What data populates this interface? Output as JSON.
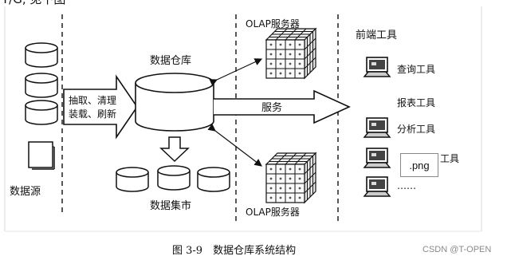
{
  "header_fragment": "T/G, 见下图",
  "labels": {
    "data_source": "数据源",
    "extract_line1": "抽取、清理",
    "extract_line2": "装载、刷新",
    "data_warehouse": "数据仓库",
    "service": "服务",
    "data_mart": "数据集市",
    "olap_top": "OLAP服务器",
    "olap_bottom": "OLAP服务器",
    "front_end_tools": "前端工具",
    "query_tool": "查询工具",
    "report_tool": "报表工具",
    "analysis_tool": "分析工具",
    "mining_tool": "工具",
    "ellipsis": "……"
  },
  "caption": "图 3-9　数据仓库系统结构",
  "watermark": "CSDN @T-OPEN",
  "overlay_tag": ".png"
}
